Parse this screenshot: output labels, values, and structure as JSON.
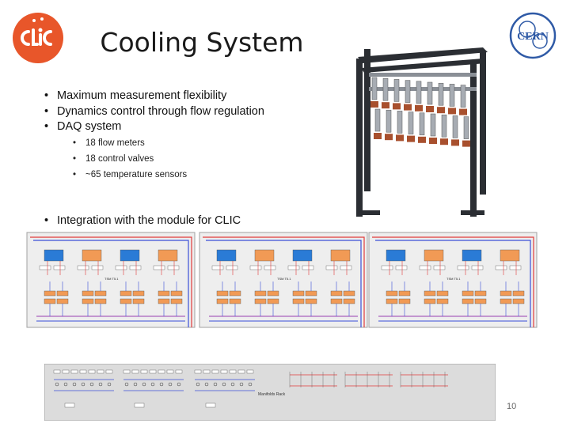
{
  "slide": {
    "title": "Cooling System",
    "bullets": [
      "Maximum measurement flexibility",
      "Dynamics control through flow regulation",
      "DAQ system"
    ],
    "sub_bullets": [
      "18 flow meters",
      "18 control valves",
      "~65 temperature sensors"
    ],
    "integration_bullet": "Integration with the module for CLIC",
    "page_number": "10"
  },
  "logos": {
    "clic": {
      "text": "CLIC",
      "color": "#e8562a"
    },
    "cern": {
      "text": "CERN",
      "color": "#2f5aa6"
    }
  },
  "schematic": {
    "section_labels": [
      "TSM T5.1",
      "TSM T5.1",
      "TSM T5.1"
    ],
    "bottom_label": "Manifolds Rack"
  },
  "colors": {
    "pipe_red": "#e23b3b",
    "pipe_blue": "#3b4fd8",
    "pipe_purple": "#9a3fb0",
    "box_blue": "#2a7bd6",
    "box_orange": "#f19a55",
    "rack_frame": "#2b2e33"
  }
}
